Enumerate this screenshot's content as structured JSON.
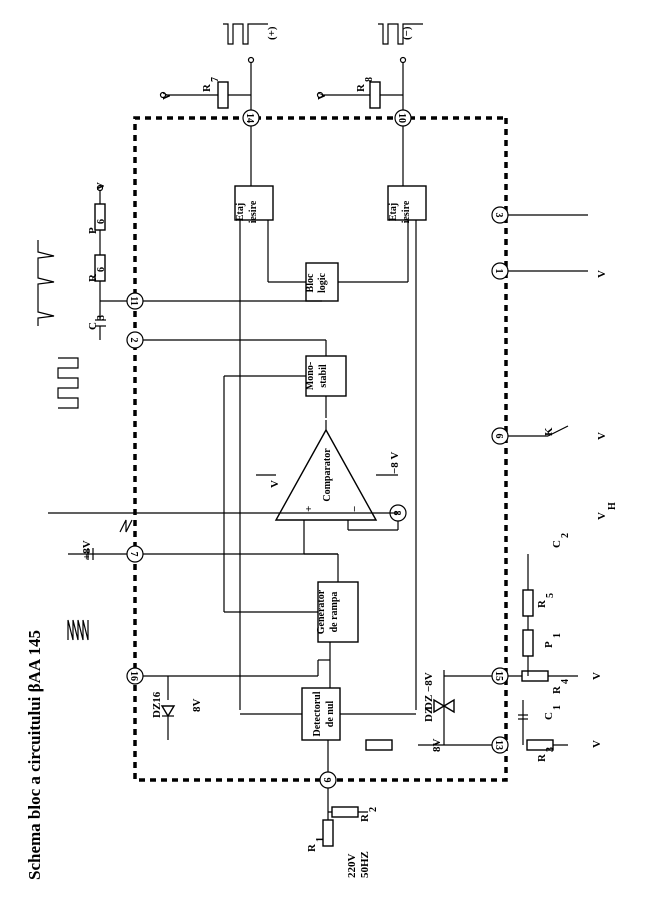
{
  "title": "Schema bloc a circuitului βAA 145",
  "blocks": {
    "detector": [
      "Detectorul",
      "de nul"
    ],
    "generator": [
      "Generator",
      "de rampa"
    ],
    "comparator": "Comparator",
    "monostabil": [
      "Mono-",
      "stabil"
    ],
    "bloc_logic": [
      "Bloc",
      "logic"
    ],
    "etaj_top": [
      "Etaj",
      "iesire"
    ],
    "etaj_bottom": [
      "Etaj",
      "iesire"
    ]
  },
  "pins": [
    "1",
    "2",
    "3",
    "6",
    "7",
    "8",
    "9",
    "10",
    "11",
    "13",
    "14",
    "15",
    "16"
  ],
  "labels": {
    "plus_out": "(+)",
    "minus_out": "(−)",
    "v_plus": "V",
    "v_minus": "V",
    "sup_plus": "+",
    "sup_minus": "−",
    "plus8v": "+8V",
    "minus8v": "−8 V",
    "eight_v": "8V",
    "dz16": "DZ16",
    "dz": "DZ",
    "dz_minus8v": "DZ  −8V",
    "mains": "220V",
    "mains_freq": "50HZ",
    "vh": "V",
    "vh_sub": "H",
    "k": "K",
    "cmp_plus": "+",
    "cmp_minus": "−"
  },
  "components": {
    "R1": "R",
    "R1_sub": "1",
    "R2": "R",
    "R2_sub": "2",
    "R3": "R",
    "R3_sub": "3",
    "R4": "R",
    "R4_sub": "4",
    "R5": "R",
    "R5_sub": "5",
    "R6": "R",
    "R6_sub": "6",
    "R7": "R",
    "R7_sub": "7",
    "R8": "R",
    "R8_sub": "8",
    "P1": "P",
    "P1_sub": "1",
    "P6": "P",
    "P6_sub": "6",
    "C1": "C",
    "C1_sub": "1",
    "C2": "C",
    "C2_sub": "2",
    "C3": "C",
    "C3_sub": "3",
    "sup_e": "e"
  }
}
